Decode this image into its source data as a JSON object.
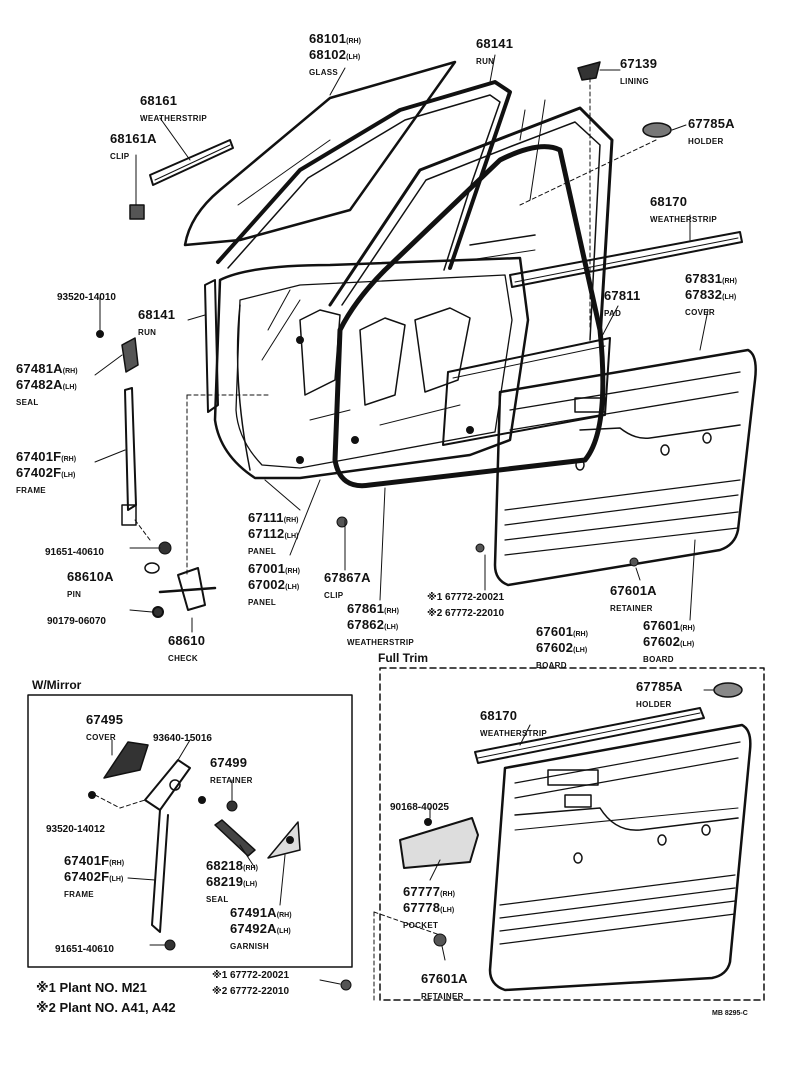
{
  "labels": {
    "glass_pn1": "68101",
    "glass_pn1_sfx": "(RH)",
    "glass_pn2": "68102",
    "glass_pn2_sfx": "(LH)",
    "glass_nm": "GLASS",
    "run_pn": "68141",
    "run_nm": "RUN",
    "lining_pn": "67139",
    "lining_nm": "LINING",
    "ws_pn": "68161",
    "ws_nm": "WEATHERSTRIP",
    "clip_pn": "68161A",
    "clip_nm": "CLIP",
    "holder_pn": "67785A",
    "holder_nm": "HOLDER",
    "ws2_pn": "68170",
    "ws2_nm": "WEATHERSTRIP",
    "bolt1_pn": "93520-14010",
    "run2_pn": "68141",
    "run2_nm": "RUN",
    "pad_pn": "67811",
    "pad_nm": "PAD",
    "cover_pn1": "67831",
    "cover_pn1_sfx": "(RH)",
    "cover_pn2": "67832",
    "cover_pn2_sfx": "(LH)",
    "cover_nm": "COVER",
    "seal_pn1": "67481A",
    "seal_pn1_sfx": "(RH)",
    "seal_pn2": "67482A",
    "seal_pn2_sfx": "(LH)",
    "seal_nm": "SEAL",
    "frame_pn1": "67401F",
    "frame_pn1_sfx": "(RH)",
    "frame_pn2": "67402F",
    "frame_pn2_sfx": "(LH)",
    "frame_nm": "FRAME",
    "panel_pn1": "67111",
    "panel_pn1_sfx": "(RH)",
    "panel_pn2": "67112",
    "panel_pn2_sfx": "(LH)",
    "panel_nm": "PANEL",
    "screw_pn": "91651-40610",
    "pin_pn": "68610A",
    "pin_nm": "PIN",
    "panel2_pn1": "67001",
    "panel2_pn1_sfx": "(RH)",
    "panel2_pn2": "67002",
    "panel2_pn2_sfx": "(LH)",
    "panel2_nm": "PANEL",
    "clip2_pn": "67867A",
    "clip2_nm": "CLIP",
    "bolt2_pn": "90179-06070",
    "check_pn": "68610",
    "check_nm": "CHECK",
    "wsd_pn1": "67861",
    "wsd_pn1_sfx": "(RH)",
    "wsd_pn2": "67862",
    "wsd_pn2_sfx": "(LH)",
    "wsd_nm": "WEATHERSTRIP",
    "note1_pn": "※1 67772-20021",
    "note2_pn": "※2 67772-22010",
    "ret_pn": "67601A",
    "ret_nm": "RETAINER",
    "board_pn1": "67601",
    "board_pn1_sfx": "(RH)",
    "board_pn2": "67602",
    "board_pn2_sfx": "(LH)",
    "board_nm": "BOARD",
    "board2_pn1": "67601",
    "board2_pn1_sfx": "(RH)",
    "board2_pn2": "67602",
    "board2_pn2_sfx": "(LH)",
    "board2_nm": "BOARD",
    "full_trim": "Full Trim",
    "ft_holder_pn": "67785A",
    "ft_holder_nm": "HOLDER",
    "ft_ws_pn": "68170",
    "ft_ws_nm": "WEATHERSTRIP",
    "ft_screw_pn": "90168-40025",
    "pocket_pn1": "67777",
    "pocket_pn1_sfx": "(RH)",
    "pocket_pn2": "67778",
    "pocket_pn2_sfx": "(LH)",
    "pocket_nm": "POCKET",
    "ft_ret_pn": "67601A",
    "ft_ret_nm": "RETAINER",
    "ft_note1": "※1 67772-20021",
    "ft_note2": "※2 67772-22010",
    "wm_title": "W/Mirror",
    "wm_cover_pn": "67495",
    "wm_cover_nm": "COVER",
    "wm_screw1": "93640-15016",
    "wm_ret_pn": "67499",
    "wm_ret_nm": "RETAINER",
    "wm_screw2": "93520-14012",
    "wm_frame_pn1": "67401F",
    "wm_frame_pn1_sfx": "(RH)",
    "wm_frame_pn2": "67402F",
    "wm_frame_pn2_sfx": "(LH)",
    "wm_frame_nm": "FRAME",
    "wm_seal_pn1": "68218",
    "wm_seal_pn1_sfx": "(RH)",
    "wm_seal_pn2": "68219",
    "wm_seal_pn2_sfx": "(LH)",
    "wm_seal_nm": "SEAL",
    "wm_garn_pn1": "67491A",
    "wm_garn_pn1_sfx": "(RH)",
    "wm_garn_pn2": "67492A",
    "wm_garn_pn2_sfx": "(LH)",
    "wm_garn_nm": "GARNISH",
    "wm_screw3": "91651-40610",
    "plant1": "※1 Plant NO. M21",
    "plant2": "※2 Plant NO. A41, A42",
    "code": "MB 8295-C"
  }
}
